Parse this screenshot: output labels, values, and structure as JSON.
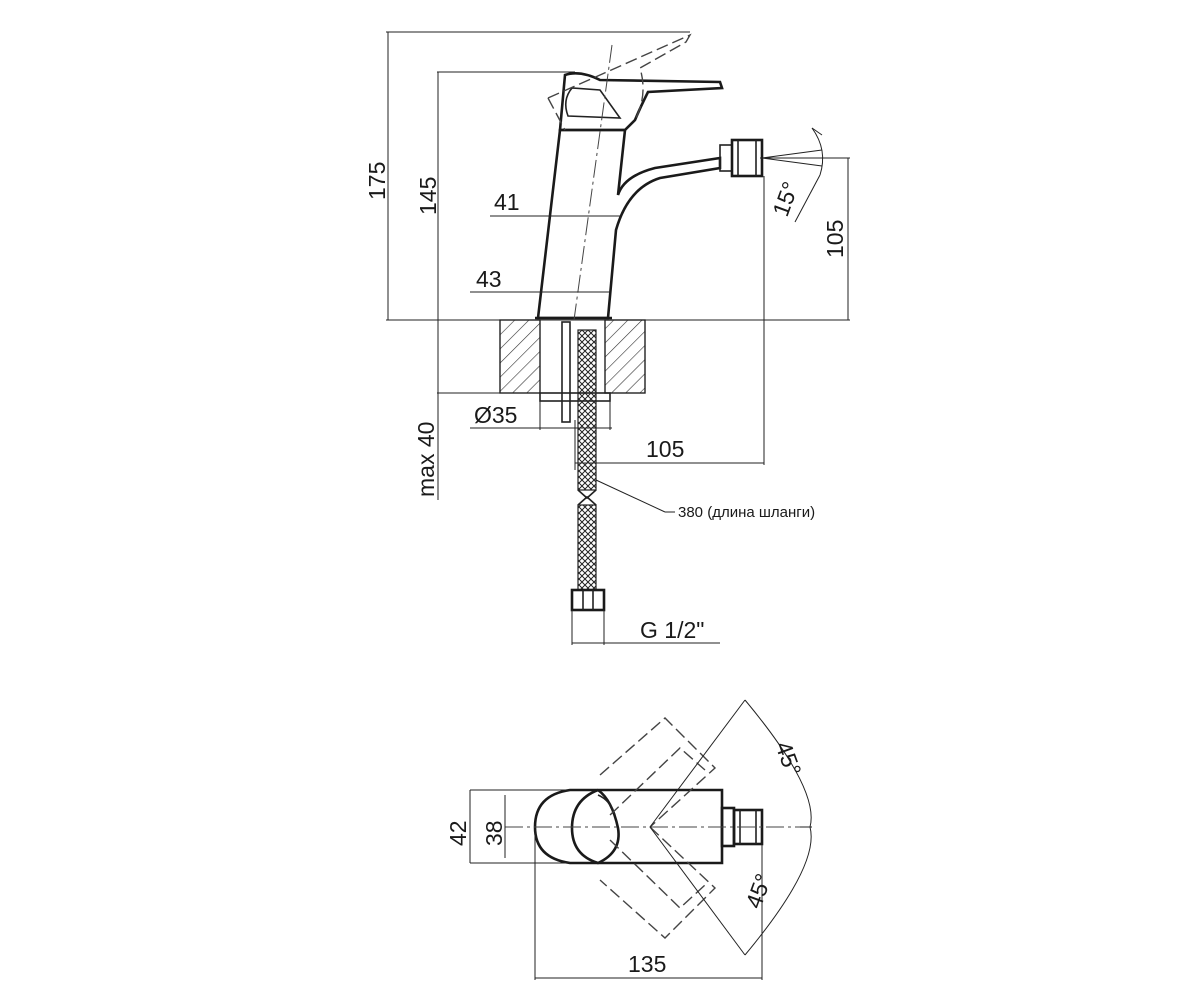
{
  "dimensions": {
    "total_height": "175",
    "spout_height": "145",
    "width_41": "41",
    "width_43": "43",
    "outlet_height": "105",
    "spray_angle": "15°",
    "hole_diameter": "Ø35",
    "max_thickness": "max 40",
    "reach": "105",
    "hose_length_note": "380 (длина шланги)",
    "thread": "G 1/2\"",
    "top_width_42": "42",
    "top_width_38": "38",
    "handle_angle_upper": "45°",
    "handle_angle_lower": "45°",
    "total_length": "135"
  },
  "colors": {
    "line": "#1a1a1a",
    "background": "#ffffff"
  }
}
